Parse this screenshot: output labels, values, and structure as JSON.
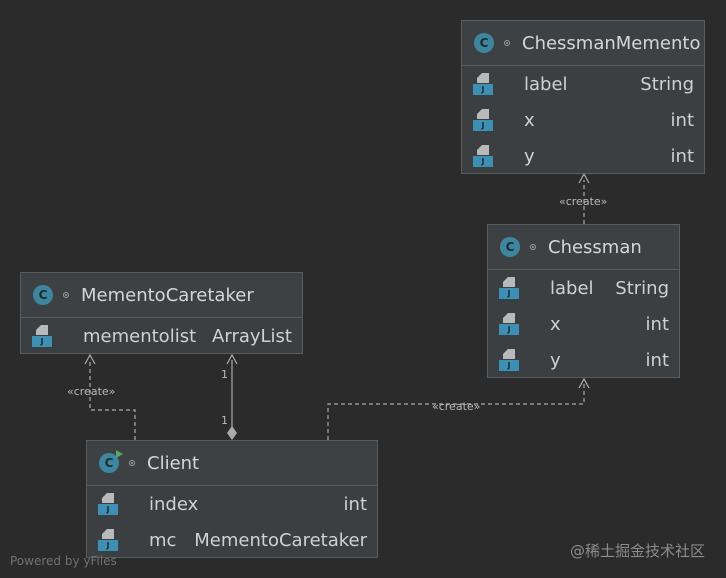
{
  "classes": {
    "chessman_memento": {
      "name": "ChessmanMemento",
      "fields": [
        {
          "name": "label",
          "type": "String"
        },
        {
          "name": "x",
          "type": "int"
        },
        {
          "name": "y",
          "type": "int"
        }
      ]
    },
    "chessman": {
      "name": "Chessman",
      "fields": [
        {
          "name": "label",
          "type": "String"
        },
        {
          "name": "x",
          "type": "int"
        },
        {
          "name": "y",
          "type": "int"
        }
      ]
    },
    "memento_caretaker": {
      "name": "MementoCaretaker",
      "fields": [
        {
          "name": "mementolist",
          "type": "ArrayList"
        }
      ]
    },
    "client": {
      "name": "Client",
      "fields": [
        {
          "name": "index",
          "type": "int"
        },
        {
          "name": "mc",
          "type": "MementoCaretaker"
        }
      ]
    }
  },
  "icons": {
    "class_letter": "C",
    "field_letter": "J"
  },
  "edges": {
    "chessman_to_memento": "«create»",
    "client_to_caretaker": "«create»",
    "client_to_chessman": "«create»",
    "multiplicity_caretaker": "1",
    "multiplicity_client": "1"
  },
  "watermarks": {
    "left": "Powered by yFiles",
    "right": "@稀土掘金技术社区"
  },
  "colors": {
    "background": "#2b2b2b",
    "node": "#3c3f41",
    "class_icon": "#3e86a0",
    "field_icon": "#3d8fb3",
    "main_marker": "#59a869",
    "edge": "#a9abad"
  }
}
